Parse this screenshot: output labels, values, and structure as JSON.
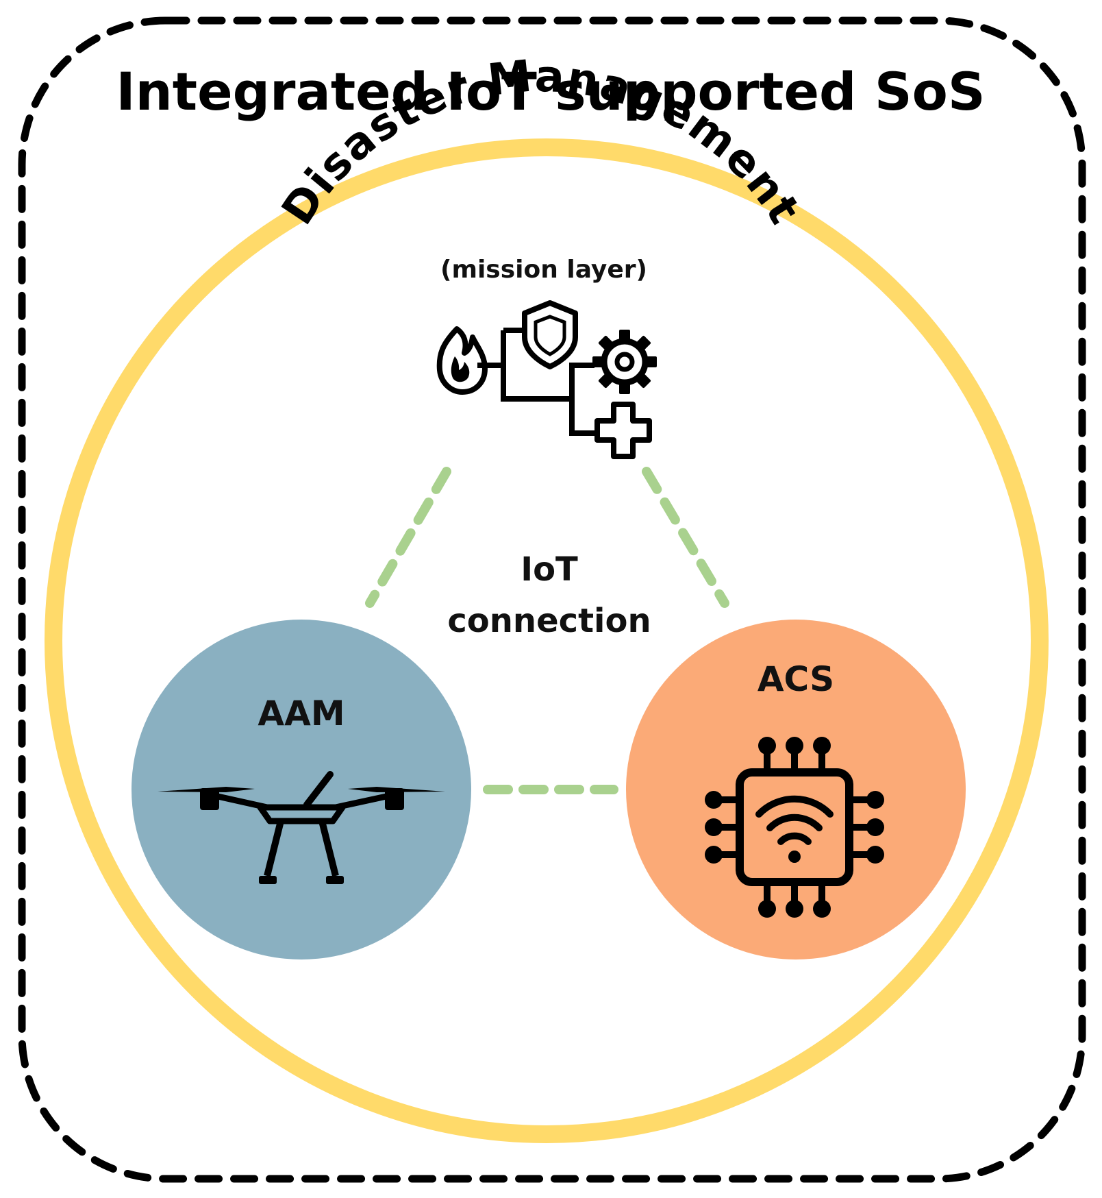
{
  "diagram": {
    "title": "Integrated IoT supported SoS",
    "mission": {
      "title": "Disaster Management",
      "subtitle": "(mission layer)",
      "icon": "mission-tree-icon"
    },
    "connection_label_line1": "IoT",
    "connection_label_line2": "connection",
    "nodes": [
      {
        "label": "AAM",
        "color": "#8AB0C1",
        "icon": "drone-icon"
      },
      {
        "label": "ACS",
        "color": "#FBAA77",
        "icon": "iot-chip-icon"
      }
    ],
    "colors": {
      "outer_border": "#000000",
      "mission_ring": "#FFDA6A",
      "connection_lines": "#A9D18E"
    }
  }
}
